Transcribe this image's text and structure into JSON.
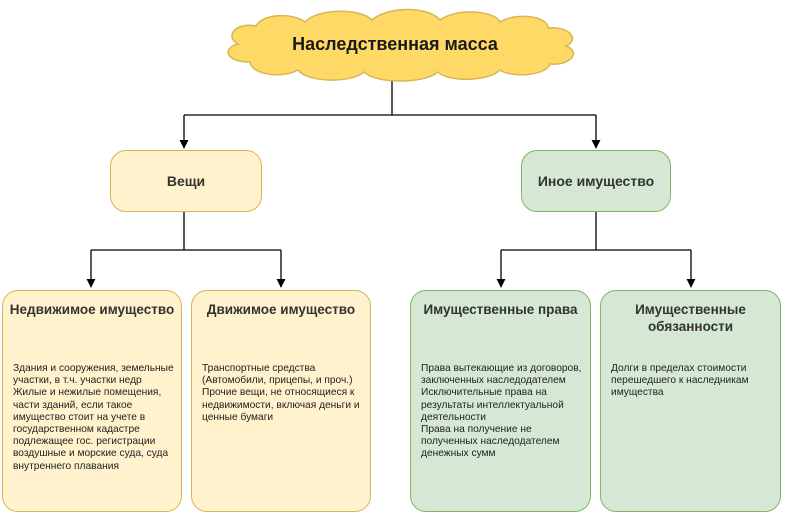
{
  "root": {
    "label": "Наследственная масса",
    "color": "#ffd966"
  },
  "branches": [
    {
      "label": "Вещи",
      "color": "yellow",
      "children": [
        {
          "title": "Недвижимое имущество",
          "items": [
            "Здания и сооружения, земельные участки, в т.ч. участки недр",
            "Жилые и нежилые помещения, части зданий, если такое имущество стоит на учете в государственном кадастре",
            "подлежащее гос. регистрации воздушные и морские суда, суда внутреннего плавания"
          ]
        },
        {
          "title": "Движимое имущество",
          "items": [
            "Транспортные средства (Автомобили, прицепы, и проч.)",
            "Прочие вещи, не относящиеся к недвижимости, включая деньги и ценные бумаги"
          ]
        }
      ]
    },
    {
      "label": "Иное имущество",
      "color": "green",
      "children": [
        {
          "title": "Имущественные права",
          "items": [
            "Права вытекающие из договоров, заключенных наследодателем",
            "Исключительные права на результаты интеллектуальной деятельности",
            "Права на получение не полученных наследодателем денежных сумм"
          ]
        },
        {
          "title": "Имущественные обязанности",
          "items": [
            "Долги в пределах стоимости перешедшего к наследникам имущества"
          ]
        }
      ]
    }
  ]
}
